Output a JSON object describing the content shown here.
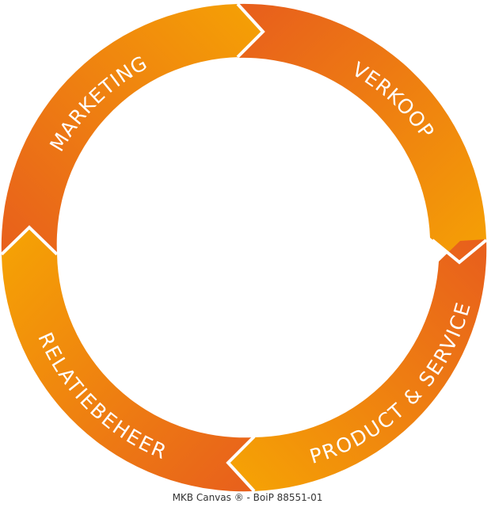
{
  "diagram": {
    "segments": [
      {
        "id": "verkoop",
        "label": "VERKOOP"
      },
      {
        "id": "product-service",
        "label": "PRODUCT & SERVICE"
      },
      {
        "id": "relatiebeheer",
        "label": "RELATIEBEHEER"
      },
      {
        "id": "marketing",
        "label": "MARKETING"
      }
    ],
    "colors": {
      "dark_orange": "#E8601C",
      "light_orange": "#F5A005",
      "separator": "#FFFFFF"
    }
  },
  "caption": "MKB Canvas ® - BoiP 88551-01"
}
